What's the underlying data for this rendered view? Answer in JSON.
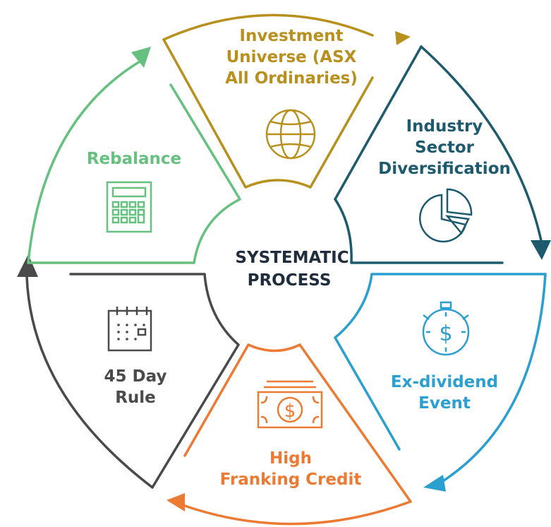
{
  "center": {
    "line1": "SYSTEMATIC",
    "line2": "PROCESS"
  },
  "segments": [
    {
      "id": "investment-universe",
      "lines": [
        "Investment",
        "Universe (ASX",
        "All Ordinaries)"
      ],
      "color": "#b8901e",
      "icon": "globe-icon"
    },
    {
      "id": "industry-sector",
      "lines": [
        "Industry",
        "Sector",
        "Diversification"
      ],
      "color": "#1d5a6e",
      "icon": "pie-chart-icon"
    },
    {
      "id": "ex-dividend",
      "lines": [
        "Ex-dividend",
        "Event"
      ],
      "color": "#2b9fd0",
      "icon": "stopwatch-dollar-icon"
    },
    {
      "id": "high-franking",
      "lines": [
        "High",
        "Franking Credit"
      ],
      "color": "#ec7a33",
      "icon": "money-bill-icon"
    },
    {
      "id": "45-day-rule",
      "lines": [
        "45 Day",
        "Rule"
      ],
      "color": "#4a4a4a",
      "icon": "calendar-icon"
    },
    {
      "id": "rebalance",
      "lines": [
        "Rebalance"
      ],
      "color": "#66c07f",
      "icon": "calculator-icon"
    }
  ],
  "icon_glyphs": {
    "dollar": "$"
  }
}
